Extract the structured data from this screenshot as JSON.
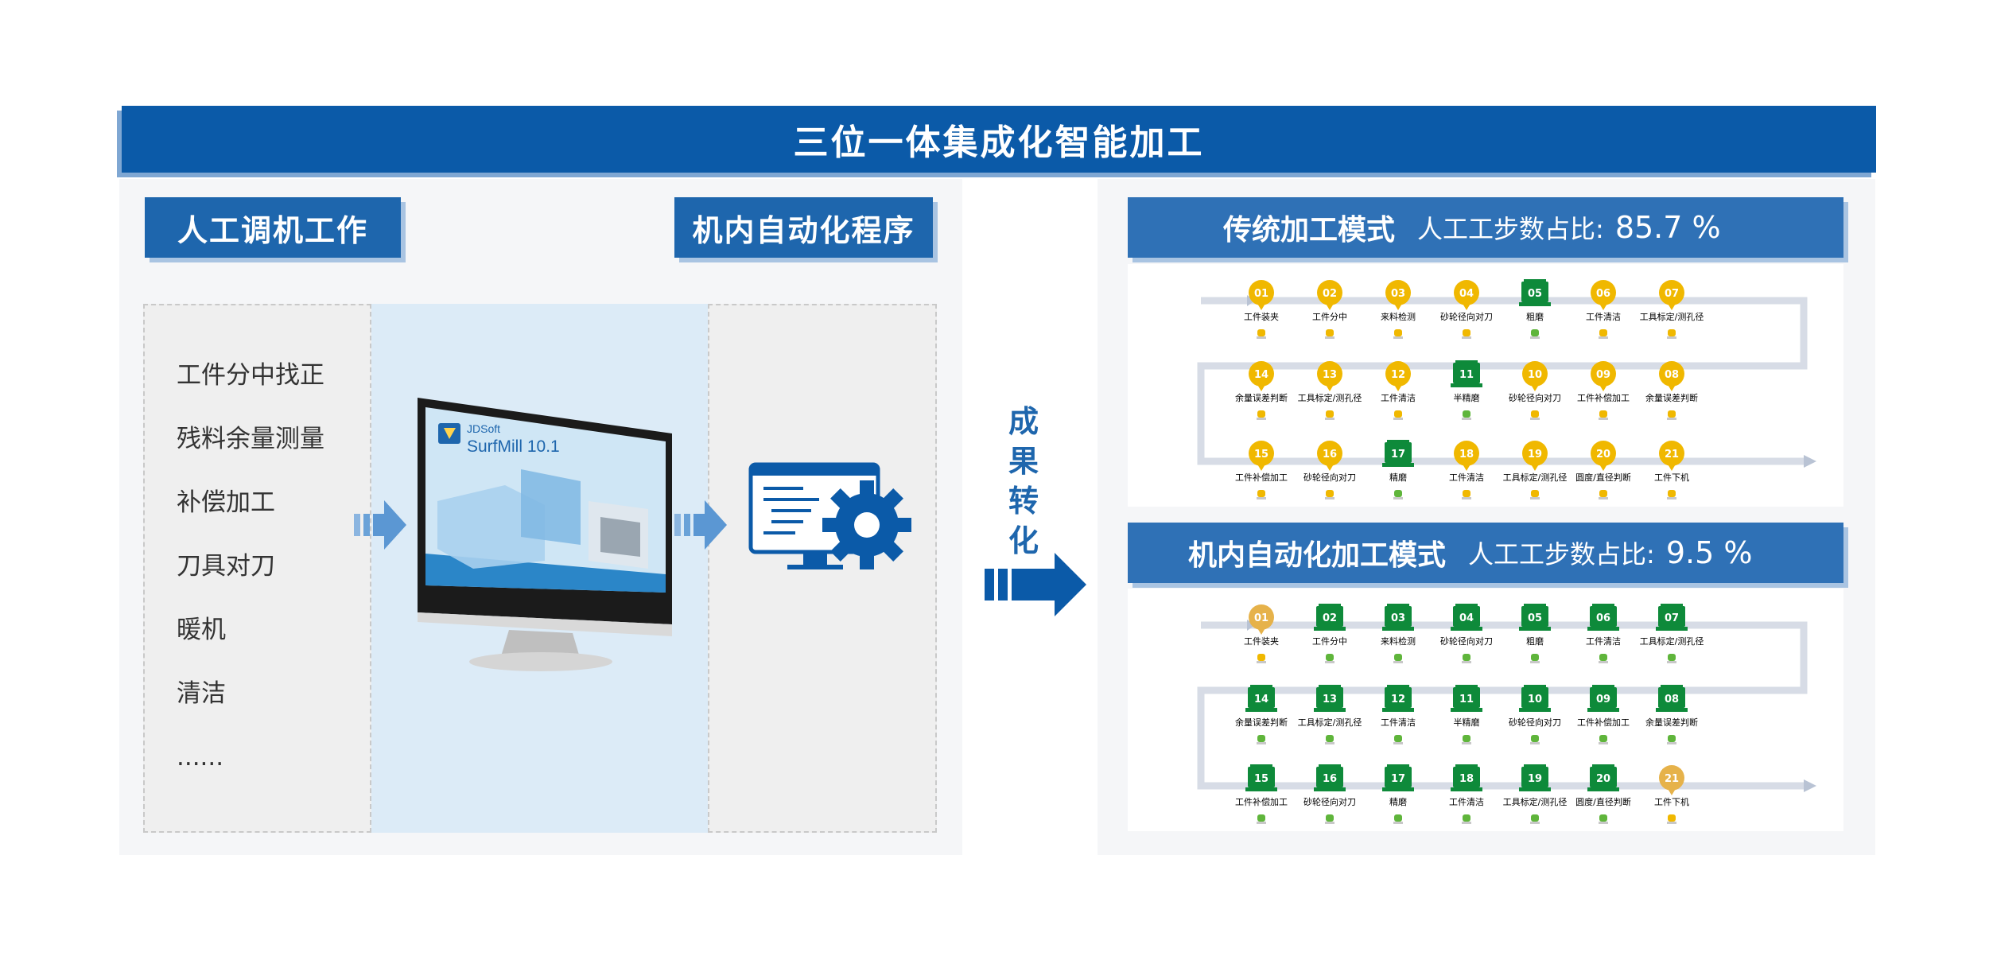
{
  "title": "三位一体集成化智能加工",
  "left": {
    "manual_tag": "人工调机工作",
    "auto_tag": "机内自动化程序",
    "tasks": [
      "工件分中找正",
      "残料余量测量",
      "补偿加工",
      "刀具对刀",
      "暖机",
      "清洁",
      "......"
    ],
    "software": {
      "brand": "JDSoft",
      "product": "SurfMill 10.1"
    }
  },
  "result_label": "成果转化",
  "traditional": {
    "title": "传统加工模式",
    "ratio_label": "人工工步数占比:",
    "ratio_value": "85.7 %",
    "steps": [
      {
        "n": "01",
        "label": "工件装夹",
        "kind": "manual"
      },
      {
        "n": "02",
        "label": "工件分中",
        "kind": "manual"
      },
      {
        "n": "03",
        "label": "来料检测",
        "kind": "manual"
      },
      {
        "n": "04",
        "label": "砂轮径向对刀",
        "kind": "manual"
      },
      {
        "n": "05",
        "label": "粗磨",
        "kind": "auto"
      },
      {
        "n": "06",
        "label": "工件清洁",
        "kind": "manual"
      },
      {
        "n": "07",
        "label": "工具标定/测孔径",
        "kind": "manual"
      },
      {
        "n": "14",
        "label": "余量误差判断",
        "kind": "manual"
      },
      {
        "n": "13",
        "label": "工具标定/测孔径",
        "kind": "manual"
      },
      {
        "n": "12",
        "label": "工件清洁",
        "kind": "manual"
      },
      {
        "n": "11",
        "label": "半精磨",
        "kind": "auto"
      },
      {
        "n": "10",
        "label": "砂轮径向对刀",
        "kind": "manual"
      },
      {
        "n": "09",
        "label": "工件补偿加工",
        "kind": "manual"
      },
      {
        "n": "08",
        "label": "余量误差判断",
        "kind": "manual"
      },
      {
        "n": "15",
        "label": "工件补偿加工",
        "kind": "manual"
      },
      {
        "n": "16",
        "label": "砂轮径向对刀",
        "kind": "manual"
      },
      {
        "n": "17",
        "label": "精磨",
        "kind": "auto"
      },
      {
        "n": "18",
        "label": "工件清洁",
        "kind": "manual"
      },
      {
        "n": "19",
        "label": "工具标定/测孔径",
        "kind": "manual"
      },
      {
        "n": "20",
        "label": "圆度/直径判断",
        "kind": "manual"
      },
      {
        "n": "21",
        "label": "工件下机",
        "kind": "manual"
      }
    ]
  },
  "automated": {
    "title": "机内自动化加工模式",
    "ratio_label": "人工工步数占比:",
    "ratio_value": "9.5 %",
    "steps": [
      {
        "n": "01",
        "label": "工件装夹",
        "kind": "manual"
      },
      {
        "n": "02",
        "label": "工件分中",
        "kind": "auto"
      },
      {
        "n": "03",
        "label": "来料检测",
        "kind": "auto"
      },
      {
        "n": "04",
        "label": "砂轮径向对刀",
        "kind": "auto"
      },
      {
        "n": "05",
        "label": "粗磨",
        "kind": "auto"
      },
      {
        "n": "06",
        "label": "工件清洁",
        "kind": "auto"
      },
      {
        "n": "07",
        "label": "工具标定/测孔径",
        "kind": "auto"
      },
      {
        "n": "14",
        "label": "余量误差判断",
        "kind": "auto"
      },
      {
        "n": "13",
        "label": "工具标定/测孔径",
        "kind": "auto"
      },
      {
        "n": "12",
        "label": "工件清洁",
        "kind": "auto"
      },
      {
        "n": "11",
        "label": "半精磨",
        "kind": "auto"
      },
      {
        "n": "10",
        "label": "砂轮径向对刀",
        "kind": "auto"
      },
      {
        "n": "09",
        "label": "工件补偿加工",
        "kind": "auto"
      },
      {
        "n": "08",
        "label": "余量误差判断",
        "kind": "auto"
      },
      {
        "n": "15",
        "label": "工件补偿加工",
        "kind": "auto"
      },
      {
        "n": "16",
        "label": "砂轮径向对刀",
        "kind": "auto"
      },
      {
        "n": "17",
        "label": "精磨",
        "kind": "auto"
      },
      {
        "n": "18",
        "label": "工件清洁",
        "kind": "auto"
      },
      {
        "n": "19",
        "label": "工具标定/测孔径",
        "kind": "auto"
      },
      {
        "n": "20",
        "label": "圆度/直径判断",
        "kind": "auto"
      },
      {
        "n": "21",
        "label": "工件下机",
        "kind": "manual"
      }
    ]
  },
  "colors": {
    "banner": "#0b5aa8",
    "tag": "#1e66ad",
    "manual": "#f0b800",
    "manual_light": "#e6b24a",
    "auto": "#0e8a3a",
    "indicator_green": "#5fb53b",
    "track": "#d7dce6"
  }
}
